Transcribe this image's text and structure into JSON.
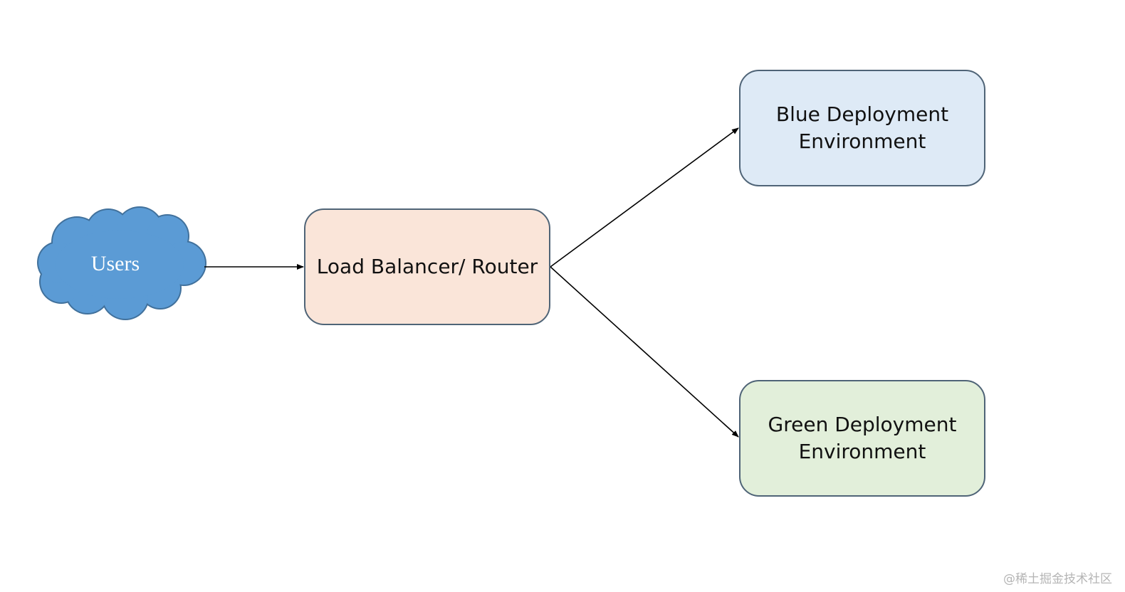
{
  "diagram": {
    "users": {
      "label": "Users",
      "fill": "#5b9bd5",
      "stroke": "#41719c"
    },
    "load_balancer": {
      "label": "Load Balancer/ Router",
      "fill": "#fae5d9"
    },
    "blue_env": {
      "line1": "Blue Deployment",
      "line2": "Environment",
      "fill": "#deeaf6"
    },
    "green_env": {
      "line1": "Green Deployment",
      "line2": "Environment",
      "fill": "#e2efda"
    },
    "edges": [
      {
        "from": "users",
        "to": "load_balancer"
      },
      {
        "from": "load_balancer",
        "to": "blue_env"
      },
      {
        "from": "load_balancer",
        "to": "green_env"
      }
    ]
  },
  "watermark": "@稀土掘金技术社区"
}
